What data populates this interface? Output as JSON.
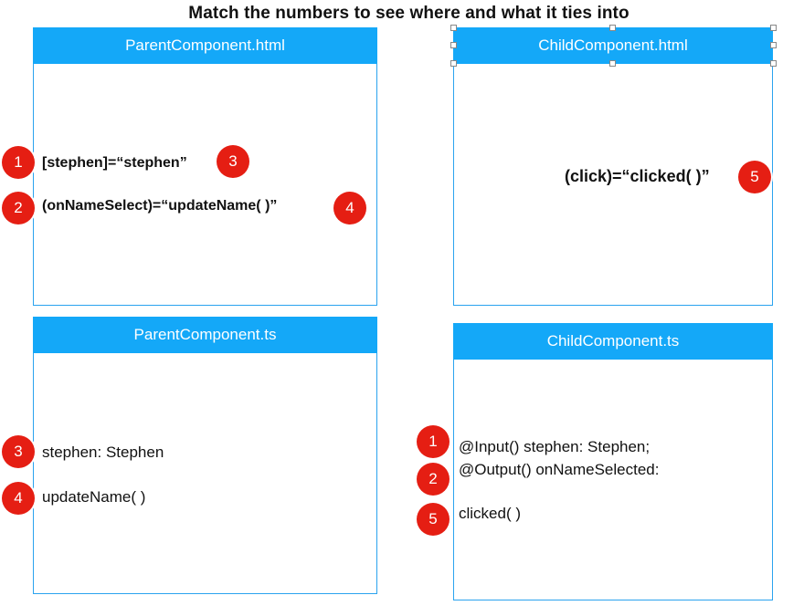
{
  "title": "Match the numbers to see where and what it ties into",
  "panels": {
    "parent_html": {
      "header": "ParentComponent.html",
      "line1": "[stephen]=“stephen”",
      "line2": "(onNameSelect)=“updateName( )”"
    },
    "child_html": {
      "header": "ChildComponent.html",
      "line1": "(click)=“clicked( )”"
    },
    "parent_ts": {
      "header": "ParentComponent.ts",
      "line1": "stephen: Stephen",
      "line2": "updateName( )"
    },
    "child_ts": {
      "header": "ChildComponent.ts",
      "line1": "@Input() stephen: Stephen;",
      "line2": "@Output() onNameSelected:",
      "line3": "clicked( )"
    }
  },
  "badges": {
    "b1": "1",
    "b2": "2",
    "b3": "3",
    "b4": "4",
    "b5": "5"
  },
  "colors": {
    "header": "#14a8f8",
    "border": "#2aa3ef",
    "badge": "#e51e13"
  }
}
